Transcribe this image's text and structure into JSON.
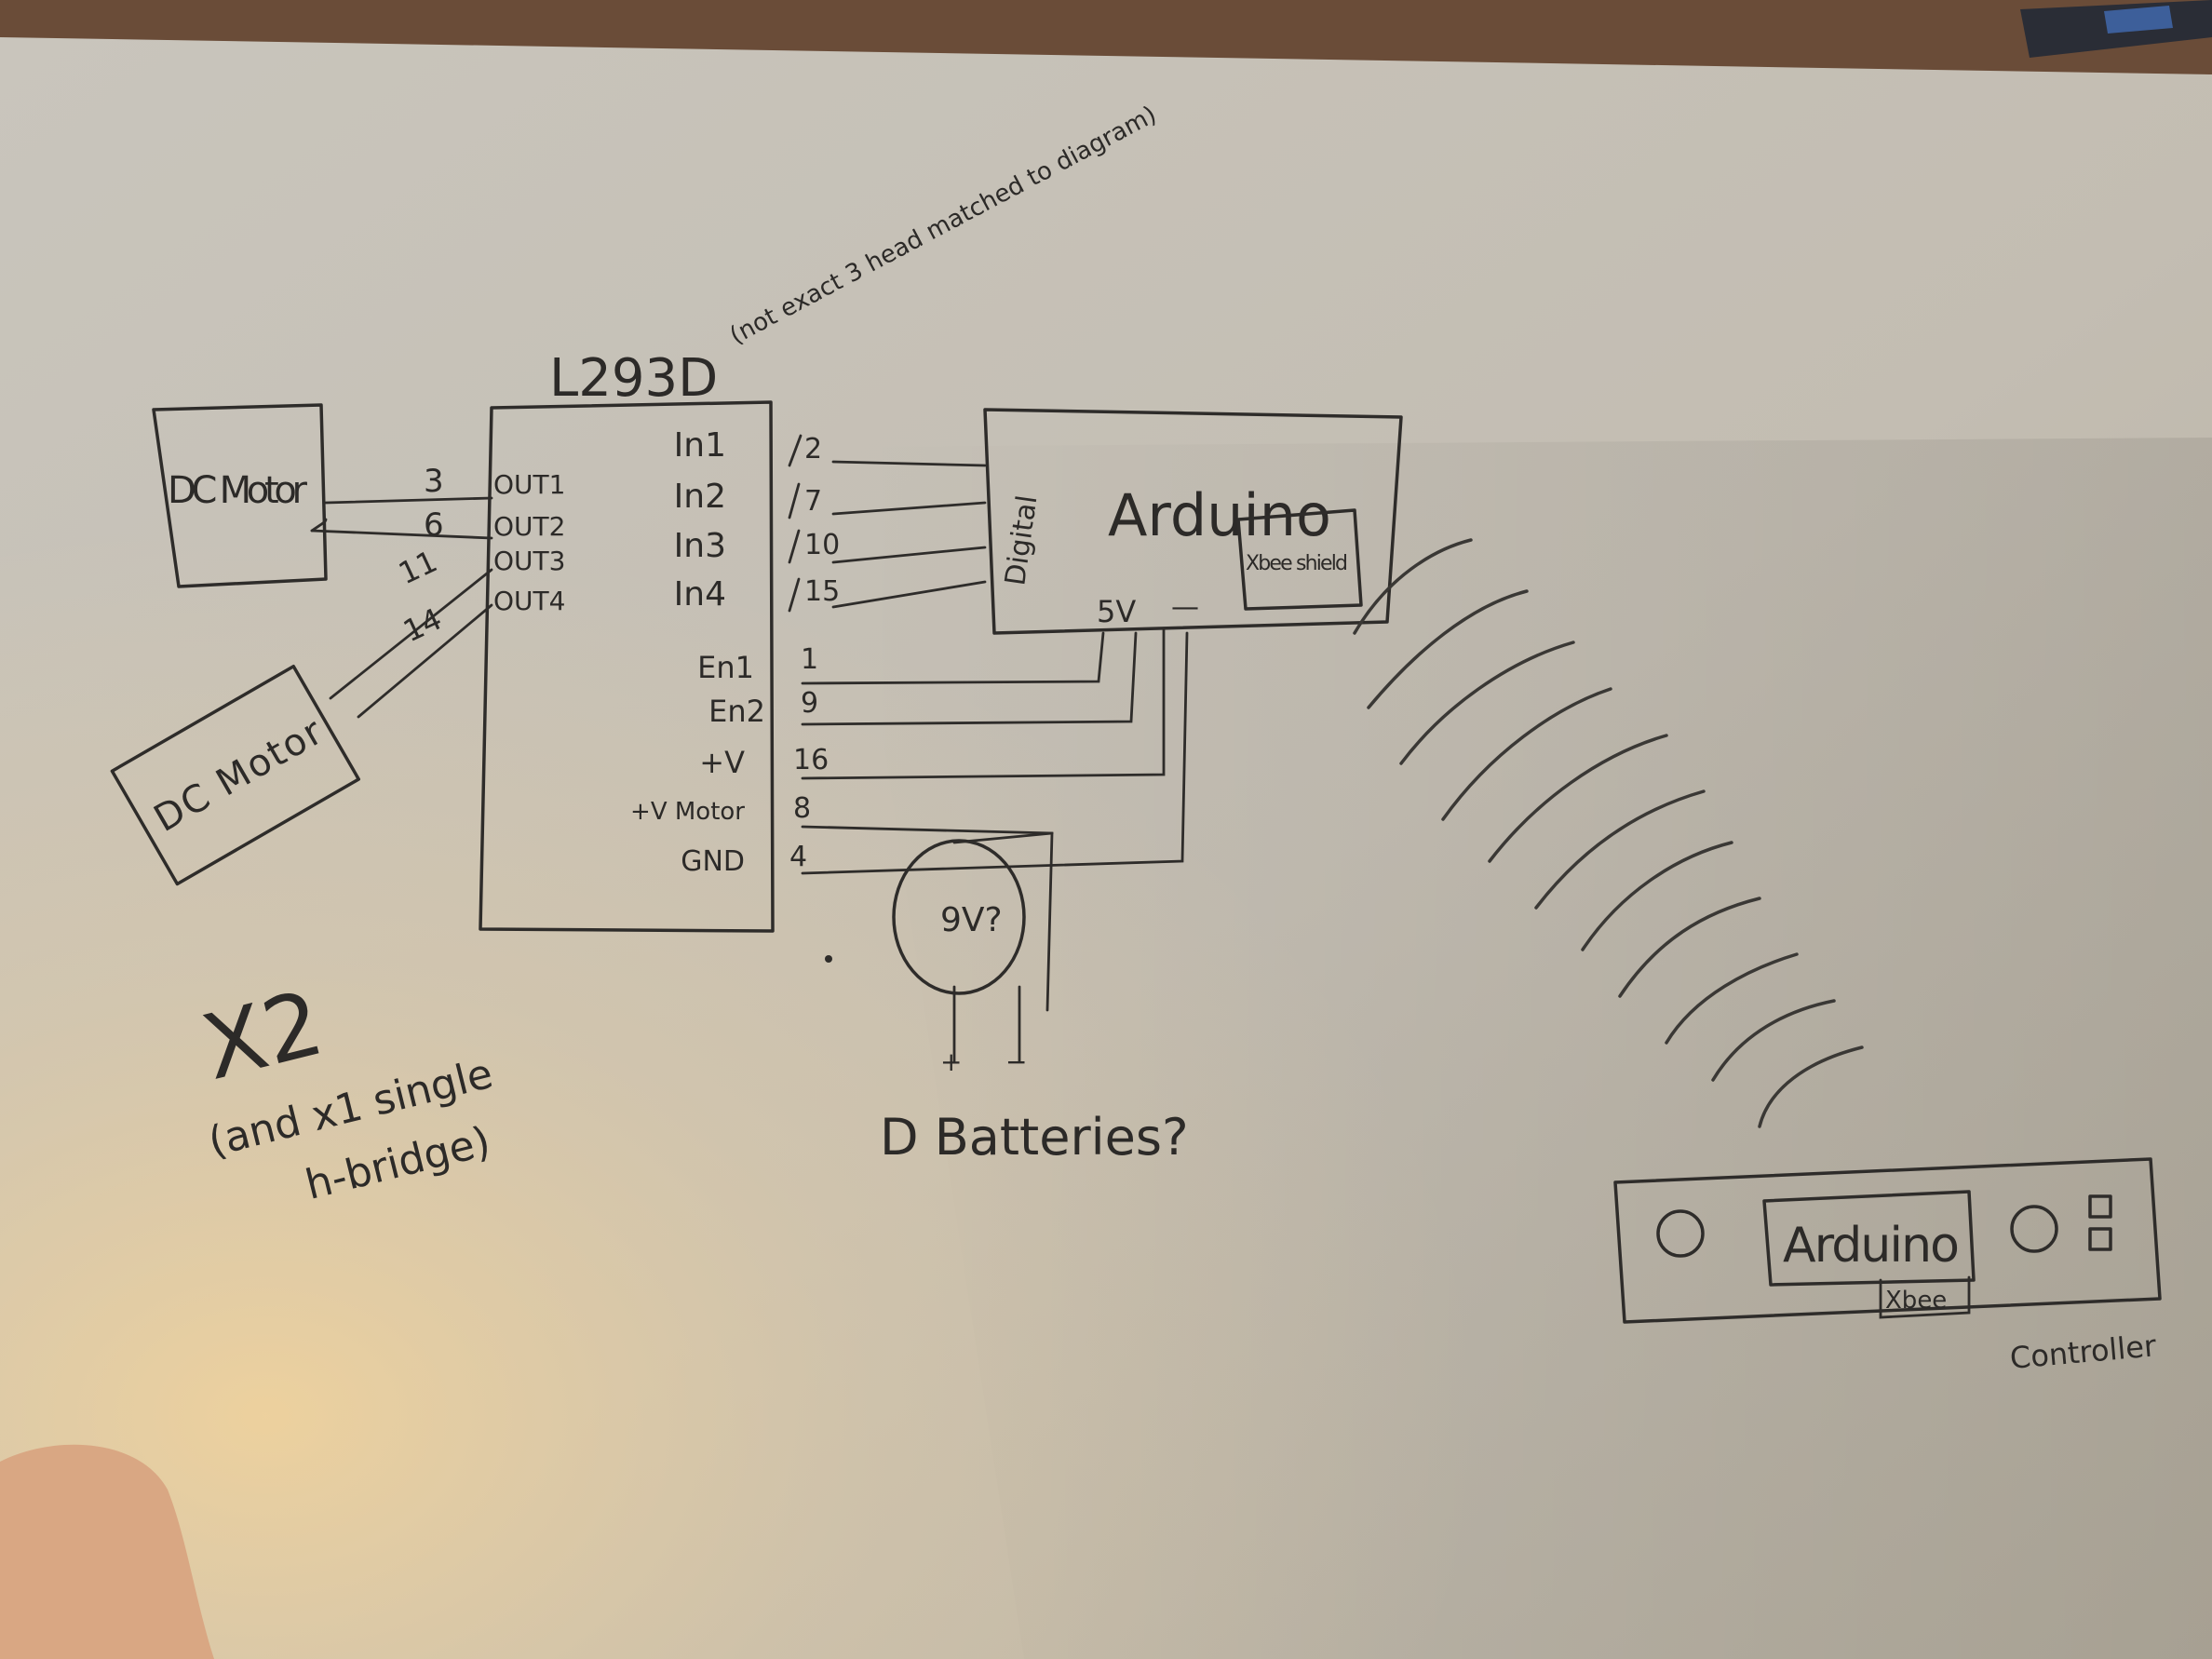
{
  "chip": {
    "title": "L293D",
    "note": "(not exact 3 head matched to diagram)",
    "outputs": [
      {
        "pin": "3",
        "label": "OUT1"
      },
      {
        "pin": "6",
        "label": "OUT2"
      },
      {
        "pin": "11",
        "label": "OUT3"
      },
      {
        "pin": "14",
        "label": "OUT4"
      }
    ],
    "inputs": [
      {
        "label": "In1",
        "pin": "2"
      },
      {
        "label": "In2",
        "pin": "7"
      },
      {
        "label": "In3",
        "pin": "10"
      },
      {
        "label": "In4",
        "pin": "15"
      },
      {
        "label": "En1",
        "pin": "1"
      },
      {
        "label": "En2",
        "pin": "9"
      },
      {
        "label": "+V",
        "pin": "16"
      },
      {
        "label": "+V Motor",
        "pin": "8"
      },
      {
        "label": "GND",
        "pin": "4"
      }
    ]
  },
  "motors": [
    {
      "label": "DC Motor"
    },
    {
      "label": "DC Motor"
    }
  ],
  "arduino": {
    "label": "Arduino",
    "side_label": "Digital",
    "shield_label": "Xbee shield",
    "power_label": "5V",
    "gnd_mark": "—"
  },
  "battery": {
    "label": "9V?",
    "caption": "D Batteries?",
    "plus": "+",
    "minus": "−"
  },
  "multiplier": {
    "main": "X2",
    "note_lines": [
      "(and x1 single",
      "h-bridge)"
    ]
  },
  "controller": {
    "arduino_label": "Arduino",
    "xbee_label": "Xbee",
    "caption": "Controller"
  },
  "colors": {
    "paper": "#cbc6bd",
    "ink": "#2e2c2a",
    "table": "#6b4e3a"
  }
}
